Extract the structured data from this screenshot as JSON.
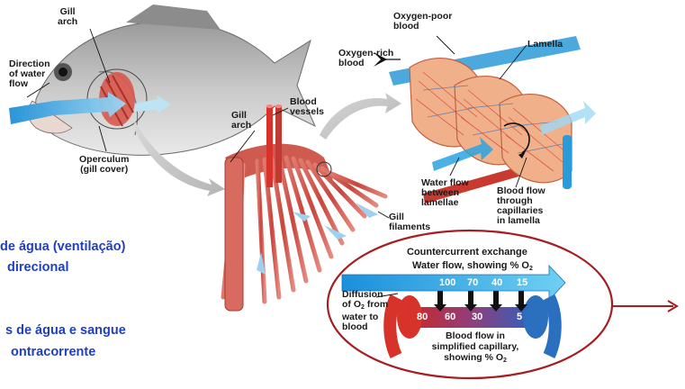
{
  "labels": {
    "gill_arch_top": "Gill\narch",
    "direction_of_water_flow": "Direction\nof water\nflow",
    "operculum": "Operculum\n(gill cover)",
    "gill_arch_mid": "Gill\narch",
    "blood_vessels": "Blood\nvessels",
    "oxygen_poor_blood": "Oxygen-poor\nblood",
    "oxygen_rich_blood": "Oxygen-rich\nblood",
    "lamella": "Lamella",
    "water_flow_between_lamellae": "Water flow\nbetween\nlamellae",
    "blood_flow_through_capillaries": "Blood flow\nthrough\ncapillaries\nin lamella",
    "gill_filaments": "Gill\nfilaments"
  },
  "countercurrent": {
    "title": "Countercurrent exchange",
    "water_flow_label": "Water flow, showing % O",
    "water_values": [
      "100",
      "70",
      "40",
      "15"
    ],
    "blood_values": [
      "80",
      "60",
      "30",
      "5"
    ],
    "diffusion_label": "Diffusion\nof O",
    "diffusion_label_rest": " from\nwater to\nblood",
    "blood_flow_label_1": "Blood flow in",
    "blood_flow_label_2": "simplified capillary,",
    "blood_flow_label_3": "showing % O",
    "subscript_2": "2"
  },
  "portuguese_text": {
    "line1": " de água  (ventilação)",
    "line2": "direcional",
    "line3": "s de água e  sangue",
    "line4": "ontracorrente"
  },
  "colors": {
    "water_blue": "#2aa3e0",
    "blood_red": "#d8332a",
    "blood_blue": "#2b6fbf",
    "text_blue": "#1f3fbf",
    "highlight_ellipse": "#a51e22"
  }
}
